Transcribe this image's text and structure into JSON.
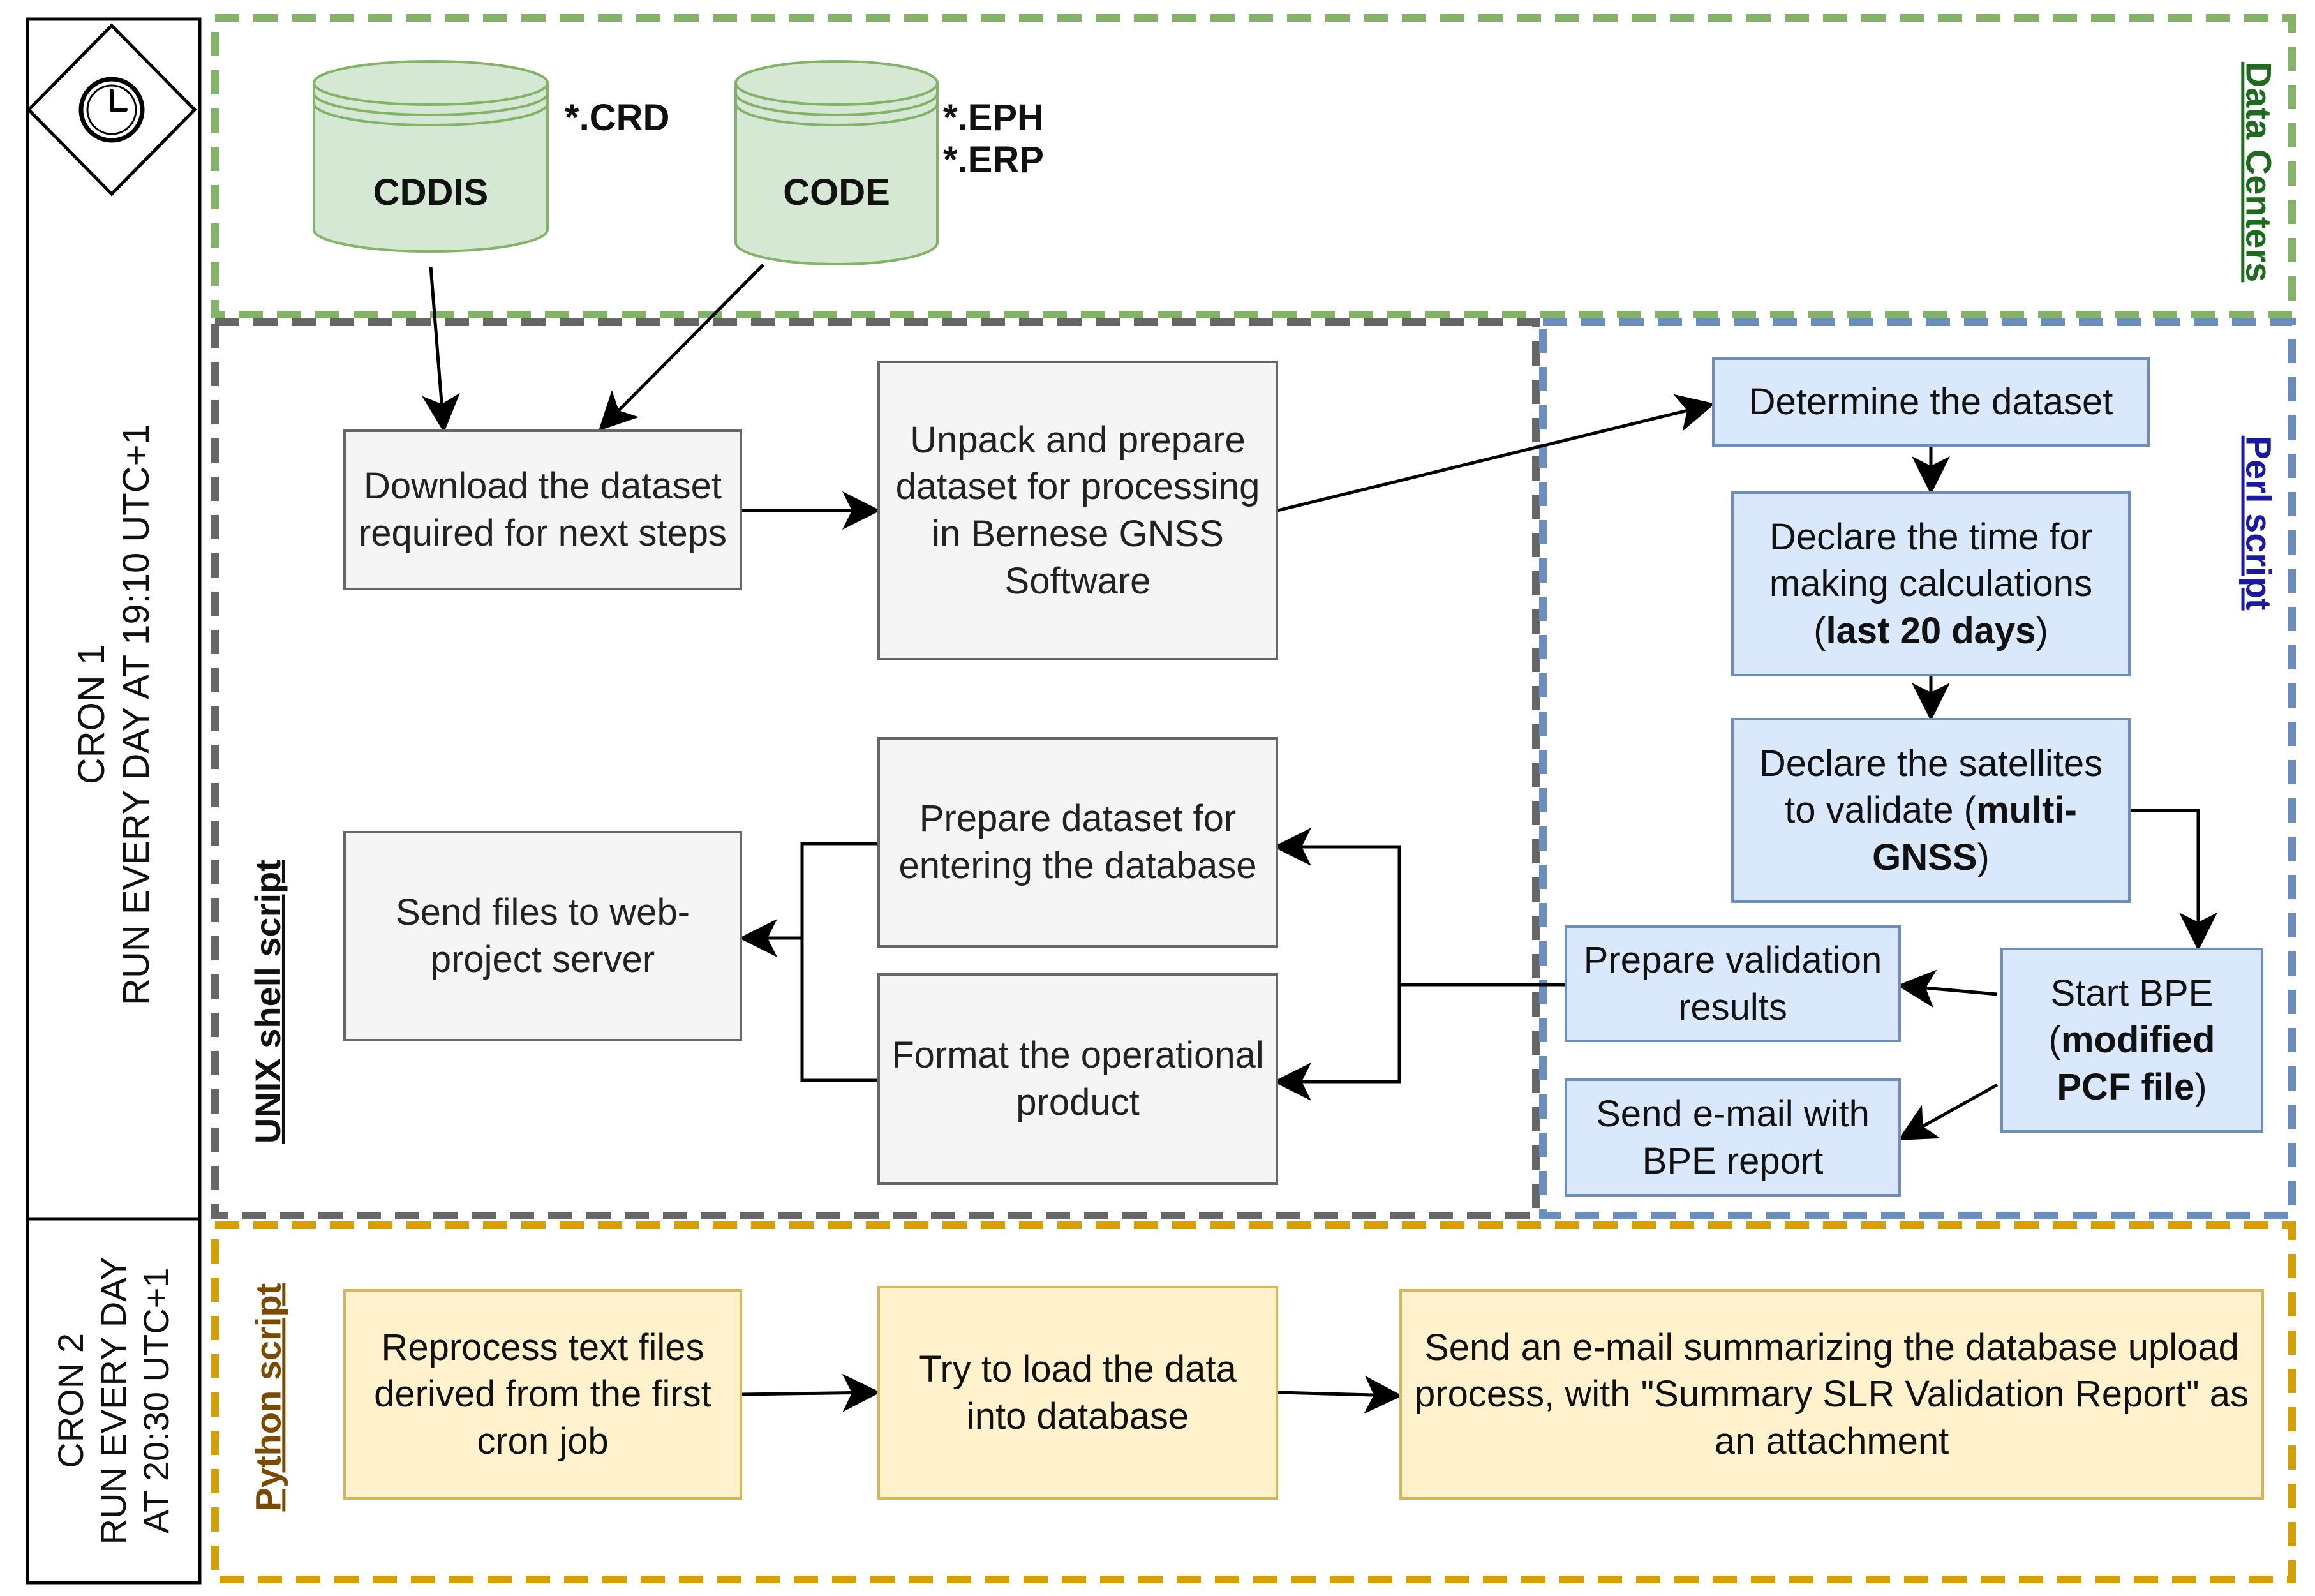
{
  "cron1": {
    "title": "CRON 1",
    "schedule": "RUN EVERY DAY AT 19:10 UTC+1"
  },
  "cron2": {
    "title": "CRON 2",
    "line1": "RUN EVERY DAY",
    "line2": "AT 20:30 UTC+1"
  },
  "sections": {
    "data_centers": "Data Centers",
    "unix": "UNIX shell script",
    "perl": "Perl script",
    "python": "Python script"
  },
  "databases": {
    "cddis": {
      "label": "CDDIS",
      "ext": [
        "*.CRD"
      ]
    },
    "code": {
      "label": "CODE",
      "ext": [
        "*.EPH",
        "*.ERP"
      ]
    }
  },
  "unix_steps": {
    "download": "Download the dataset required for next steps",
    "unpack": "Unpack and prepare dataset for processing in Bernese GNSS Software",
    "prepare_db": "Prepare dataset for entering the database",
    "format": "Format the operational product",
    "send_files": "Send files to web-project server"
  },
  "perl_steps": {
    "determine": "Determine the dataset",
    "declare_time_a": "Declare the time for making calculations (",
    "declare_time_b": "last 20 days",
    "declare_time_c": ")",
    "declare_sat_a": "Declare the satellites to validate (",
    "declare_sat_b": "multi-GNSS",
    "declare_sat_c": ")",
    "start_bpe_a": "Start BPE (",
    "start_bpe_b": "modified PCF file",
    "start_bpe_c": ")",
    "prepare_results": "Prepare validation results",
    "send_email": "Send e-mail with BPE report"
  },
  "python_steps": {
    "reprocess": "Reprocess text files derived from the first cron job",
    "load": "Try to load the data into database",
    "summary": "Send an e-mail summarizing the database upload process, with \"Summary SLR Validation Report\" as an attachment"
  },
  "colors": {
    "green_dash": "#82b366",
    "gray_dash": "#666666",
    "blue_dash": "#6c8ebf",
    "yellow_dash": "#d6a000",
    "db_fill": "#d5e8d4",
    "data_centers_text": "#1e6b1e",
    "perl_text": "#1a1a9e",
    "python_text": "#7a4a00"
  },
  "icons": {
    "cron1_icon": "clock-icon"
  }
}
